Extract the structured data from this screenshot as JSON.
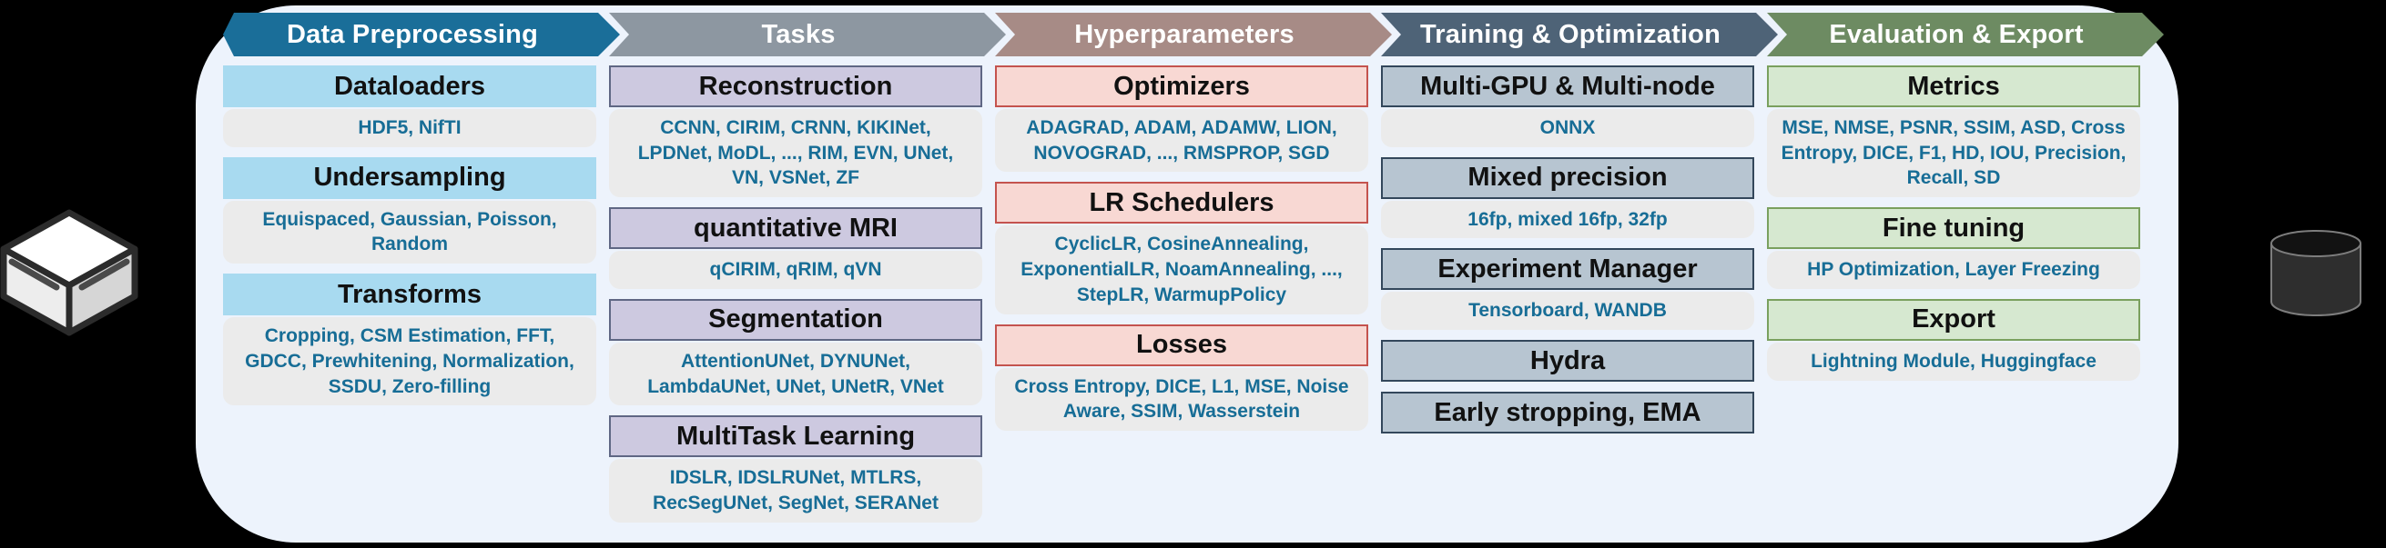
{
  "figure": {
    "background_color": "#000000",
    "panel_color": "#edf3fc",
    "item_panel_color": "#ebebeb",
    "item_text_color": "#176d96",
    "header_text_color": "#ffffff"
  },
  "icons": {
    "left": "scanner-box-icon",
    "right": "database-cylinder-icon"
  },
  "columns": [
    {
      "id": "data-preprocessing",
      "title": "Data Preprocessing",
      "header_bg": "#1a6e99",
      "band_bg": "#a8daf0",
      "band_border": "#a8daf0",
      "sections": [
        {
          "title": "Dataloaders",
          "items": "HDF5, NifTI"
        },
        {
          "title": "Undersampling",
          "items": "Equispaced, Gaussian, Poisson, Random"
        },
        {
          "title": "Transforms",
          "items": "Cropping, CSM Estimation, FFT, GDCC, Prewhitening, Normalization, SSDU, Zero-filling"
        }
      ]
    },
    {
      "id": "tasks",
      "title": "Tasks",
      "header_bg": "#8d97a1",
      "band_bg": "#cdc9e0",
      "band_border": "#5f6784",
      "sections": [
        {
          "title": "Reconstruction",
          "items": "CCNN, CIRIM, CRNN, KIKINet, LPDNet, MoDL, ..., RIM, EVN, UNet, VN, VSNet, ZF"
        },
        {
          "title": "quantitative MRI",
          "items": "qCIRIM, qRIM, qVN"
        },
        {
          "title": "Segmentation",
          "items": "AttentionUNet, DYNUNet, LambdaUNet, UNet, UNetR, VNet"
        },
        {
          "title": "MultiTask Learning",
          "items": "IDSLR, IDSLRUNet, MTLRS, RecSegUNet, SegNet, SERANet"
        }
      ]
    },
    {
      "id": "hyperparameters",
      "title": "Hyperparameters",
      "header_bg": "#a78b86",
      "band_bg": "#f8d8d3",
      "band_border": "#c4534e",
      "sections": [
        {
          "title": "Optimizers",
          "items": "ADAGRAD, ADAM, ADAMW, LION, NOVOGRAD, ..., RMSPROP, SGD"
        },
        {
          "title": "LR Schedulers",
          "items": "CyclicLR, CosineAnnealing, ExponentialLR, NoamAnnealing, ..., StepLR, WarmupPolicy"
        },
        {
          "title": "Losses",
          "items": "Cross Entropy, DICE, L1, MSE, Noise Aware, SSIM, Wasserstein"
        }
      ]
    },
    {
      "id": "training-optimization",
      "title": "Training & Optimization",
      "header_bg": "#4e6377",
      "band_bg": "#b7c5d1",
      "band_border": "#33475b",
      "sections": [
        {
          "title": "Multi-GPU & Multi-node",
          "items": "ONNX"
        },
        {
          "title": "Mixed precision",
          "items": "16fp, mixed 16fp, 32fp"
        },
        {
          "title": "Experiment Manager",
          "items": "Tensorboard, WANDB"
        },
        {
          "title": "Hydra",
          "items": null
        },
        {
          "title": "Early stropping, EMA",
          "items": null
        }
      ]
    },
    {
      "id": "evaluation-export",
      "title": "Evaluation & Export",
      "header_bg": "#6d8b62",
      "band_bg": "#d6e8d0",
      "band_border": "#7aa05e",
      "sections": [
        {
          "title": "Metrics",
          "items": "MSE, NMSE, PSNR, SSIM, ASD, Cross Entropy, DICE, F1, HD, IOU, Precision, Recall, SD"
        },
        {
          "title": "Fine tuning",
          "items": "HP Optimization, Layer Freezing"
        },
        {
          "title": "Export",
          "items": "Lightning Module, Huggingface"
        }
      ]
    }
  ]
}
